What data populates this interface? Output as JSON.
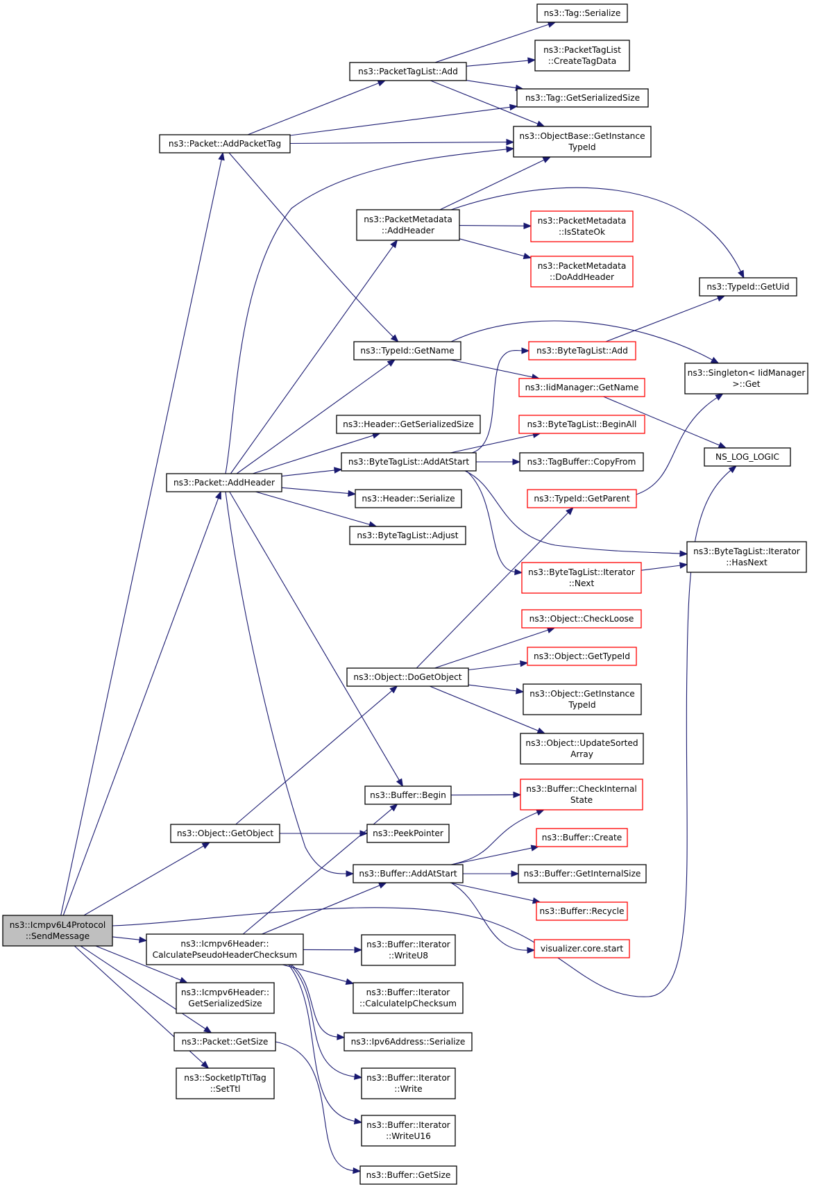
{
  "colors": {
    "edge": "#191970",
    "node_border": "#000000",
    "node_border_truncated": "#ff0000",
    "node_fill": "#ffffff",
    "root_fill": "#bfbfbf"
  },
  "nodes": [
    {
      "id": "root",
      "lines": [
        "ns3::Icmpv6L4Protocol",
        "::SendMessage"
      ],
      "kind": "root"
    },
    {
      "id": "packet_addpackettag",
      "lines": [
        "ns3::Packet::AddPacketTag"
      ],
      "kind": "normal"
    },
    {
      "id": "packettaglist_add",
      "lines": [
        "ns3::PacketTagList::Add"
      ],
      "kind": "normal"
    },
    {
      "id": "tag_serialize",
      "lines": [
        "ns3::Tag::Serialize"
      ],
      "kind": "normal"
    },
    {
      "id": "packettaglist_createtagdata",
      "lines": [
        "ns3::PacketTagList",
        "::CreateTagData"
      ],
      "kind": "normal"
    },
    {
      "id": "tag_getserializedsize",
      "lines": [
        "ns3::Tag::GetSerializedSize"
      ],
      "kind": "normal"
    },
    {
      "id": "objectbase_getinstancetypeid",
      "lines": [
        "ns3::ObjectBase::GetInstance",
        "TypeId"
      ],
      "kind": "normal"
    },
    {
      "id": "packetmetadata_addheader",
      "lines": [
        "ns3::PacketMetadata",
        "::AddHeader"
      ],
      "kind": "normal"
    },
    {
      "id": "packetmetadata_isstateok",
      "lines": [
        "ns3::PacketMetadata",
        "::IsStateOk"
      ],
      "kind": "truncated"
    },
    {
      "id": "packetmetadata_doaddheader",
      "lines": [
        "ns3::PacketMetadata",
        "::DoAddHeader"
      ],
      "kind": "truncated"
    },
    {
      "id": "typeid_getuid",
      "lines": [
        "ns3::TypeId::GetUid"
      ],
      "kind": "normal"
    },
    {
      "id": "typeid_getname",
      "lines": [
        "ns3::TypeId::GetName"
      ],
      "kind": "normal"
    },
    {
      "id": "bytetaglist_add",
      "lines": [
        "ns3::ByteTagList::Add"
      ],
      "kind": "truncated"
    },
    {
      "id": "singleton_get",
      "lines": [
        "ns3::Singleton< IidManager",
        ">::Get"
      ],
      "kind": "normal"
    },
    {
      "id": "iidmanager_getname",
      "lines": [
        "ns3::IidManager::GetName"
      ],
      "kind": "truncated"
    },
    {
      "id": "header_getserializedsize",
      "lines": [
        "ns3::Header::GetSerializedSize"
      ],
      "kind": "normal"
    },
    {
      "id": "bytetaglist_beginall",
      "lines": [
        "ns3::ByteTagList::BeginAll"
      ],
      "kind": "truncated"
    },
    {
      "id": "ns_log_logic",
      "lines": [
        "NS_LOG_LOGIC"
      ],
      "kind": "normal"
    },
    {
      "id": "packet_addheader",
      "lines": [
        "ns3::Packet::AddHeader"
      ],
      "kind": "normal"
    },
    {
      "id": "bytetaglist_addatstart",
      "lines": [
        "ns3::ByteTagList::AddAtStart"
      ],
      "kind": "normal"
    },
    {
      "id": "tagbuffer_copyfrom",
      "lines": [
        "ns3::TagBuffer::CopyFrom"
      ],
      "kind": "normal"
    },
    {
      "id": "header_serialize",
      "lines": [
        "ns3::Header::Serialize"
      ],
      "kind": "normal"
    },
    {
      "id": "typeid_getparent",
      "lines": [
        "ns3::TypeId::GetParent"
      ],
      "kind": "truncated"
    },
    {
      "id": "bytetaglist_adjust",
      "lines": [
        "ns3::ByteTagList::Adjust"
      ],
      "kind": "normal"
    },
    {
      "id": "bytetaglist_iterator_hasnext",
      "lines": [
        "ns3::ByteTagList::Iterator",
        "::HasNext"
      ],
      "kind": "normal"
    },
    {
      "id": "bytetaglist_iterator_next",
      "lines": [
        "ns3::ByteTagList::Iterator",
        "::Next"
      ],
      "kind": "truncated"
    },
    {
      "id": "object_checkloose",
      "lines": [
        "ns3::Object::CheckLoose"
      ],
      "kind": "truncated"
    },
    {
      "id": "object_gettypeid",
      "lines": [
        "ns3::Object::GetTypeId"
      ],
      "kind": "truncated"
    },
    {
      "id": "object_dogetobject",
      "lines": [
        "ns3::Object::DoGetObject"
      ],
      "kind": "normal"
    },
    {
      "id": "object_getinstancetypeid",
      "lines": [
        "ns3::Object::GetInstance",
        "TypeId"
      ],
      "kind": "normal"
    },
    {
      "id": "object_updatesortedarray",
      "lines": [
        "ns3::Object::UpdateSorted",
        "Array"
      ],
      "kind": "normal"
    },
    {
      "id": "buffer_begin",
      "lines": [
        "ns3::Buffer::Begin"
      ],
      "kind": "normal"
    },
    {
      "id": "buffer_checkinternalstate",
      "lines": [
        "ns3::Buffer::CheckInternal",
        "State"
      ],
      "kind": "truncated"
    },
    {
      "id": "object_getobject",
      "lines": [
        "ns3::Object::GetObject"
      ],
      "kind": "normal"
    },
    {
      "id": "peekpointer",
      "lines": [
        "ns3::PeekPointer"
      ],
      "kind": "normal"
    },
    {
      "id": "buffer_create",
      "lines": [
        "ns3::Buffer::Create"
      ],
      "kind": "truncated"
    },
    {
      "id": "buffer_addatstart",
      "lines": [
        "ns3::Buffer::AddAtStart"
      ],
      "kind": "normal"
    },
    {
      "id": "buffer_getinternalsize",
      "lines": [
        "ns3::Buffer::GetInternalSize"
      ],
      "kind": "normal"
    },
    {
      "id": "buffer_recycle",
      "lines": [
        "ns3::Buffer::Recycle"
      ],
      "kind": "truncated"
    },
    {
      "id": "visualizer_core_start",
      "lines": [
        "visualizer.core.start"
      ],
      "kind": "truncated"
    },
    {
      "id": "icmpv6header_calculatepseudoheaderchecksum",
      "lines": [
        "ns3::Icmpv6Header::",
        "CalculatePseudoHeaderChecksum"
      ],
      "kind": "normal"
    },
    {
      "id": "buffer_iterator_writeu8",
      "lines": [
        "ns3::Buffer::Iterator",
        "::WriteU8"
      ],
      "kind": "normal"
    },
    {
      "id": "icmpv6header_getserializedsize",
      "lines": [
        "ns3::Icmpv6Header::",
        "GetSerializedSize"
      ],
      "kind": "normal"
    },
    {
      "id": "buffer_iterator_calculateipchecksum",
      "lines": [
        "ns3::Buffer::Iterator",
        "::CalculateIpChecksum"
      ],
      "kind": "normal"
    },
    {
      "id": "packet_getsize",
      "lines": [
        "ns3::Packet::GetSize"
      ],
      "kind": "normal"
    },
    {
      "id": "ipv6address_serialize",
      "lines": [
        "ns3::Ipv6Address::Serialize"
      ],
      "kind": "normal"
    },
    {
      "id": "socketipttltag_setttl",
      "lines": [
        "ns3::SocketIpTtlTag",
        "::SetTtl"
      ],
      "kind": "normal"
    },
    {
      "id": "buffer_iterator_write",
      "lines": [
        "ns3::Buffer::Iterator",
        "::Write"
      ],
      "kind": "normal"
    },
    {
      "id": "buffer_iterator_writeu16",
      "lines": [
        "ns3::Buffer::Iterator",
        "::WriteU16"
      ],
      "kind": "normal"
    },
    {
      "id": "buffer_getsize",
      "lines": [
        "ns3::Buffer::GetSize"
      ],
      "kind": "normal"
    }
  ],
  "edges": [
    {
      "from": "root",
      "to": "packet_addpackettag"
    },
    {
      "from": "root",
      "to": "packet_addheader"
    },
    {
      "from": "root",
      "to": "object_getobject"
    },
    {
      "from": "root",
      "to": "ns_log_logic"
    },
    {
      "from": "root",
      "to": "icmpv6header_calculatepseudoheaderchecksum"
    },
    {
      "from": "root",
      "to": "icmpv6header_getserializedsize"
    },
    {
      "from": "root",
      "to": "packet_getsize"
    },
    {
      "from": "root",
      "to": "socketipttltag_setttl"
    },
    {
      "from": "packet_addpackettag",
      "to": "packettaglist_add"
    },
    {
      "from": "packet_addpackettag",
      "to": "tag_getserializedsize"
    },
    {
      "from": "packet_addpackettag",
      "to": "objectbase_getinstancetypeid"
    },
    {
      "from": "packet_addpackettag",
      "to": "typeid_getname"
    },
    {
      "from": "packettaglist_add",
      "to": "tag_serialize"
    },
    {
      "from": "packettaglist_add",
      "to": "packettaglist_createtagdata"
    },
    {
      "from": "packettaglist_add",
      "to": "tag_getserializedsize"
    },
    {
      "from": "packettaglist_add",
      "to": "objectbase_getinstancetypeid"
    },
    {
      "from": "packetmetadata_addheader",
      "to": "objectbase_getinstancetypeid"
    },
    {
      "from": "packetmetadata_addheader",
      "to": "typeid_getuid"
    },
    {
      "from": "packetmetadata_addheader",
      "to": "packetmetadata_isstateok"
    },
    {
      "from": "packetmetadata_addheader",
      "to": "packetmetadata_doaddheader"
    },
    {
      "from": "typeid_getname",
      "to": "singleton_get"
    },
    {
      "from": "typeid_getname",
      "to": "iidmanager_getname"
    },
    {
      "from": "bytetaglist_add",
      "to": "typeid_getuid"
    },
    {
      "from": "iidmanager_getname",
      "to": "ns_log_logic"
    },
    {
      "from": "packet_addheader",
      "to": "objectbase_getinstancetypeid"
    },
    {
      "from": "packet_addheader",
      "to": "packetmetadata_addheader"
    },
    {
      "from": "packet_addheader",
      "to": "typeid_getname"
    },
    {
      "from": "packet_addheader",
      "to": "header_getserializedsize"
    },
    {
      "from": "packet_addheader",
      "to": "bytetaglist_addatstart"
    },
    {
      "from": "packet_addheader",
      "to": "header_serialize"
    },
    {
      "from": "packet_addheader",
      "to": "bytetaglist_adjust"
    },
    {
      "from": "packet_addheader",
      "to": "buffer_begin"
    },
    {
      "from": "packet_addheader",
      "to": "buffer_addatstart"
    },
    {
      "from": "bytetaglist_addatstart",
      "to": "bytetaglist_add"
    },
    {
      "from": "bytetaglist_addatstart",
      "to": "bytetaglist_beginall"
    },
    {
      "from": "bytetaglist_addatstart",
      "to": "tagbuffer_copyfrom"
    },
    {
      "from": "bytetaglist_addatstart",
      "to": "bytetaglist_iterator_hasnext"
    },
    {
      "from": "bytetaglist_addatstart",
      "to": "bytetaglist_iterator_next"
    },
    {
      "from": "typeid_getparent",
      "to": "singleton_get"
    },
    {
      "from": "bytetaglist_iterator_next",
      "to": "bytetaglist_iterator_hasnext"
    },
    {
      "from": "object_dogetobject",
      "to": "typeid_getparent"
    },
    {
      "from": "object_dogetobject",
      "to": "object_checkloose"
    },
    {
      "from": "object_dogetobject",
      "to": "object_gettypeid"
    },
    {
      "from": "object_dogetobject",
      "to": "object_getinstancetypeid"
    },
    {
      "from": "object_dogetobject",
      "to": "object_updatesortedarray"
    },
    {
      "from": "buffer_begin",
      "to": "buffer_checkinternalstate"
    },
    {
      "from": "object_getobject",
      "to": "object_dogetobject"
    },
    {
      "from": "object_getobject",
      "to": "peekpointer"
    },
    {
      "from": "buffer_addatstart",
      "to": "buffer_checkinternalstate"
    },
    {
      "from": "buffer_addatstart",
      "to": "buffer_create"
    },
    {
      "from": "buffer_addatstart",
      "to": "buffer_getinternalsize"
    },
    {
      "from": "buffer_addatstart",
      "to": "buffer_recycle"
    },
    {
      "from": "buffer_addatstart",
      "to": "visualizer_core_start"
    },
    {
      "from": "icmpv6header_calculatepseudoheaderchecksum",
      "to": "buffer_begin"
    },
    {
      "from": "icmpv6header_calculatepseudoheaderchecksum",
      "to": "buffer_addatstart"
    },
    {
      "from": "icmpv6header_calculatepseudoheaderchecksum",
      "to": "buffer_iterator_writeu8"
    },
    {
      "from": "icmpv6header_calculatepseudoheaderchecksum",
      "to": "buffer_iterator_calculateipchecksum"
    },
    {
      "from": "icmpv6header_calculatepseudoheaderchecksum",
      "to": "ipv6address_serialize"
    },
    {
      "from": "icmpv6header_calculatepseudoheaderchecksum",
      "to": "buffer_iterator_write"
    },
    {
      "from": "icmpv6header_calculatepseudoheaderchecksum",
      "to": "buffer_iterator_writeu16"
    },
    {
      "from": "packet_getsize",
      "to": "buffer_getsize"
    }
  ]
}
